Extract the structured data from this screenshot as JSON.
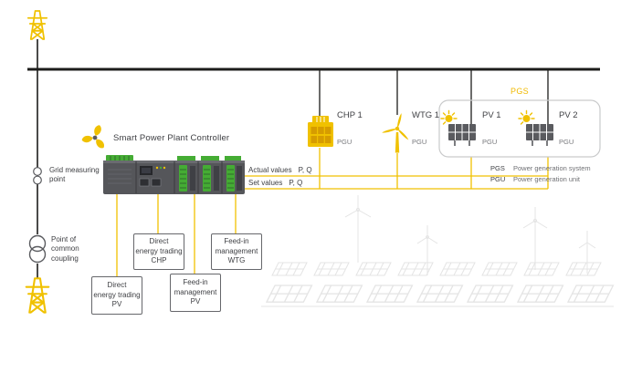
{
  "colors": {
    "accent_yellow": "#F0C100",
    "line_black": "#1D1D1B",
    "text_dark": "#3F4044",
    "text_muted": "#77787C",
    "plc_green": "#45AC34",
    "sketch_gray": "#E4E4E4"
  },
  "controller": {
    "title": "Smart Power Plant Controller"
  },
  "grid": {
    "measuring_point": "Grid measuring\npoint",
    "common_coupling": "Point of\ncommon\ncoupling"
  },
  "signals": {
    "actual": "Actual values",
    "set": "Set values",
    "pq": "P, Q"
  },
  "units": [
    {
      "id": "chp1",
      "label": "CHP 1",
      "tag": "PGU"
    },
    {
      "id": "wtg1",
      "label": "WTG 1",
      "tag": "PGU"
    },
    {
      "id": "pv1",
      "label": "PV 1",
      "tag": "PGU"
    },
    {
      "id": "pv2",
      "label": "PV 2",
      "tag": "PGU"
    }
  ],
  "pgs": {
    "label": "PGS"
  },
  "legend": [
    {
      "term": "PGS",
      "desc": "Power generation system"
    },
    {
      "term": "PGU",
      "desc": "Power generation unit"
    }
  ],
  "function_boxes": [
    {
      "id": "direct-energy-trading-chp",
      "label": "Direct\nenergy trading\nCHP"
    },
    {
      "id": "feed-in-management-wtg",
      "label": "Feed-in\nmanagement\nWTG"
    },
    {
      "id": "direct-energy-trading-pv",
      "label": "Direct\nenergy trading\nPV"
    },
    {
      "id": "feed-in-management-pv",
      "label": "Feed-in\nmanagement\nPV"
    }
  ]
}
